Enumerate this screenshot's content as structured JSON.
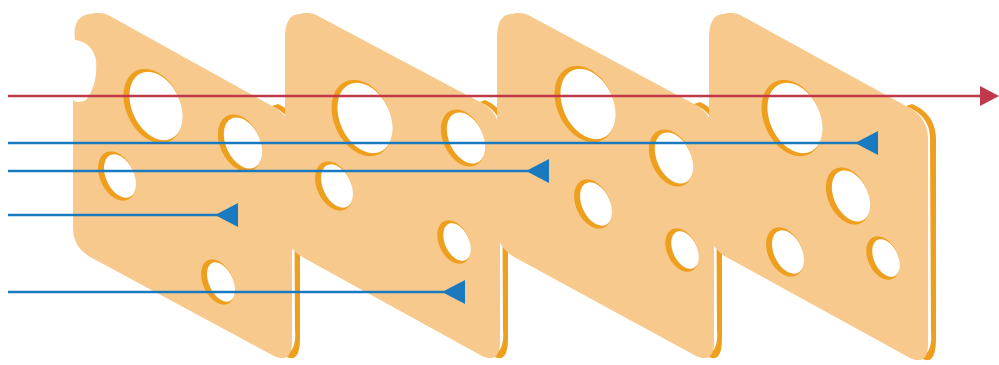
{
  "diagram": {
    "slice_count": 4,
    "slices": [
      {
        "id": 1,
        "edge_notch": true
      },
      {
        "id": 2,
        "edge_notch": false
      },
      {
        "id": 3,
        "edge_notch": false
      },
      {
        "id": 4,
        "edge_notch": false
      }
    ],
    "trajectories": [
      {
        "kind": "passes-through",
        "color": "#c0394b",
        "slices_penetrated": 4,
        "stopped_by_slice": null
      },
      {
        "kind": "blocked",
        "color": "#1a7abf",
        "slices_penetrated": 3,
        "stopped_by_slice": 4
      },
      {
        "kind": "blocked",
        "color": "#1a7abf",
        "slices_penetrated": 2,
        "stopped_by_slice": 3
      },
      {
        "kind": "blocked",
        "color": "#1a7abf",
        "slices_penetrated": 0,
        "stopped_by_slice": 1
      },
      {
        "kind": "blocked",
        "color": "#1a7abf",
        "slices_penetrated": 1,
        "stopped_by_slice": 2
      }
    ],
    "colors": {
      "slice_fill": "#f7c98c",
      "slice_edge": "#ef9f1e",
      "hole_rim": "#ef9f1e",
      "hazard_pass": "#c0394b",
      "hazard_blocked": "#1a7abf",
      "background": "#ffffff"
    }
  }
}
